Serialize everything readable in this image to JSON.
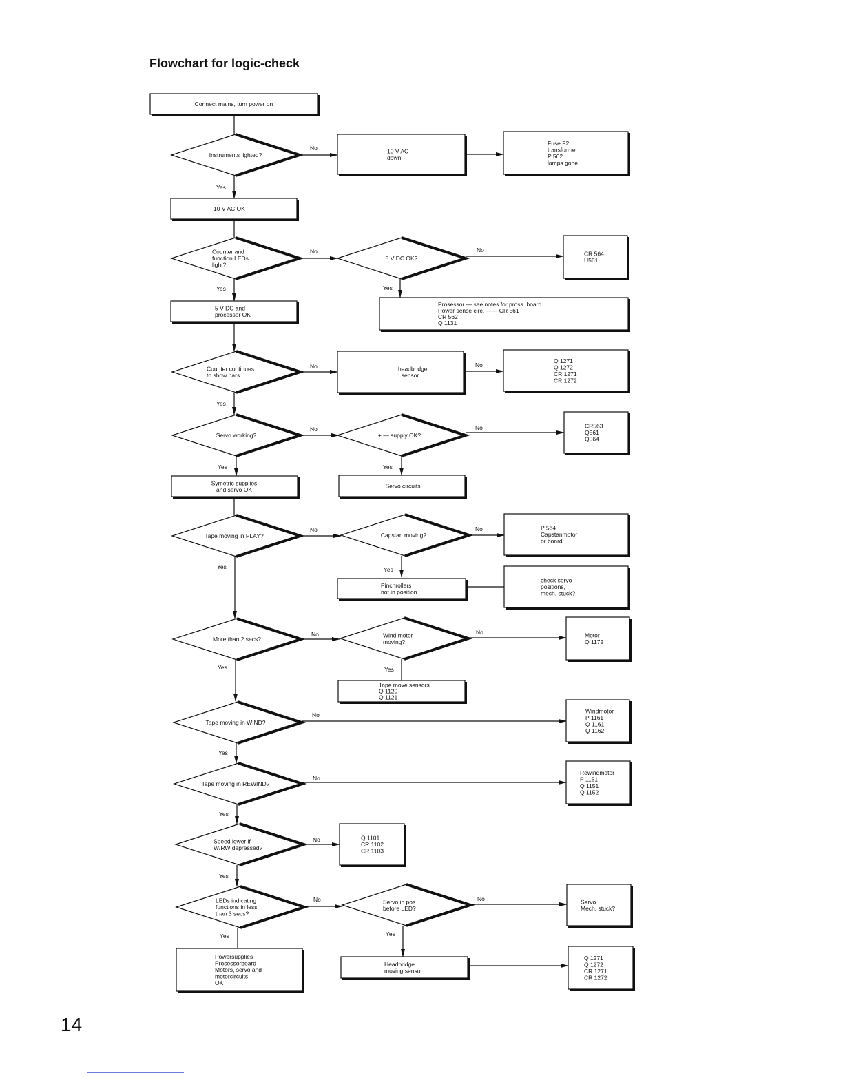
{
  "title": "Flowchart for logic-check",
  "page_number": "14",
  "labels": {
    "yes": "Yes",
    "no": "No"
  },
  "nodes": {
    "start": [
      "Connect mains, turn power on"
    ],
    "q_instruments": [
      "Instruments lighted?"
    ],
    "v10_down": [
      "10 V AC",
      "down"
    ],
    "fuse_f2": [
      "Fuse F2",
      "transformer",
      "P 562",
      "lamps gone"
    ],
    "v10_ok": [
      "10 V AC OK"
    ],
    "q_counter_leds": [
      "Counter and",
      "function LEDs",
      "light?"
    ],
    "q_5vdc": [
      "5 V DC OK?"
    ],
    "cr564": [
      "CR 564",
      "U561"
    ],
    "v5_proc_ok": [
      "5 V DC and",
      "processor OK"
    ],
    "processor_notes": [
      "Prosessor — see notes for pross. board",
      "Power sense circ. —— CR 561",
      "CR 562",
      "Q 1131"
    ],
    "q_counter_bars": [
      "Counter continues",
      "to show bars"
    ],
    "headbridge_sensor": [
      "headbridge",
      ": sensor"
    ],
    "q1271_a": [
      "Q 1271",
      "Q 1272",
      "CR 1271",
      "CR 1272"
    ],
    "q_servo": [
      "Servo working?"
    ],
    "q_supply": [
      "+ — supply OK?"
    ],
    "cr563": [
      "CR563",
      "Q561",
      "Q564"
    ],
    "sym_supplies": [
      "Symetric supplies",
      "and servo OK"
    ],
    "servo_circuits": [
      "Servo circuits"
    ],
    "q_play": [
      "Tape moving in PLAY?"
    ],
    "q_capstan": [
      "Capstan moving?"
    ],
    "p564": [
      "P 564",
      "Capstanmotor",
      "or board"
    ],
    "pinchrollers": [
      "Pinchrollers",
      "not in position"
    ],
    "check_servo": [
      "check servo-",
      "positions,",
      "mech. stuck?"
    ],
    "q_2secs": [
      "More than 2 secs?"
    ],
    "q_wind_motor": [
      "Wind motor",
      "moving?"
    ],
    "motor_q1172": [
      "Motor",
      "Q 1172"
    ],
    "tape_sensors": [
      "Tape move sensors",
      "Q 1120",
      "Q 1121"
    ],
    "q_wind": [
      "Tape moving in WIND?"
    ],
    "windmotor": [
      "Windmotor",
      "P 1161",
      "Q 1161",
      "Q 1162"
    ],
    "q_rewind": [
      "Tape moving in REWIND?"
    ],
    "rewindmotor": [
      "Rewindmotor",
      "P 1151",
      "Q 1151",
      "Q 1152"
    ],
    "q_speed": [
      "Speed lower if",
      "W/RW depressed?"
    ],
    "q1101": [
      "Q 1101",
      "CR 1102",
      "CR 1103"
    ],
    "q_leds": [
      "LEDs indicating",
      "functions in less",
      "than 3 secs?"
    ],
    "q_servo_pos": [
      "Servo in pos",
      "before LED?"
    ],
    "servo_stuck": [
      "Servo",
      "Mech. stuck?"
    ],
    "all_ok": [
      "Powersupplies",
      "Prosessorboard",
      "Motors, servo and",
      "motorcircuits",
      "OK"
    ],
    "headbridge_moving": [
      "Headbridge",
      "moving sensor"
    ],
    "q1271_b": [
      "Q 1271",
      "Q 1272",
      "CR 1271",
      "CR 1272"
    ]
  }
}
